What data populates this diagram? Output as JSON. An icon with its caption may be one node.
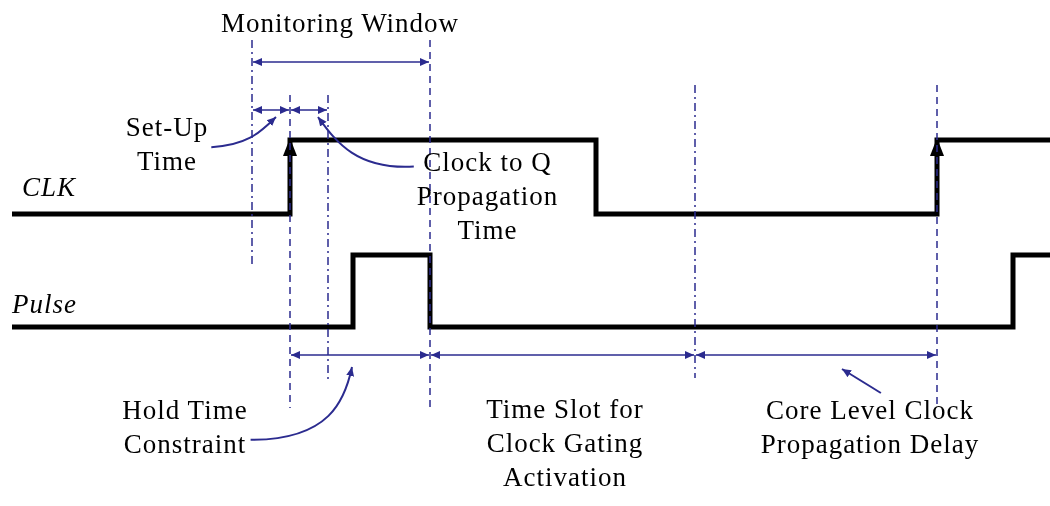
{
  "diagram": {
    "nodes": [
      {
        "text": [
          "Set-Up Time"
        ]
      },
      {
        "text": [
          "Clock to Q Propagation Time"
        ]
      },
      {
        "text": [
          "Hold Time Constraint"
        ]
      },
      {
        "text": [
          "Core Level Clock Propagation Delay"
        ]
      }
    ],
    "edges": [
      {
        "from": 0,
        "to": null,
        "arrow": "to"
      },
      {
        "from": 1,
        "to": null,
        "arrow": "to"
      },
      {
        "from": 2,
        "to": null,
        "arrow": "to"
      },
      {
        "from": 3,
        "to": null,
        "arrow": "to"
      }
    ],
    "labels": [
      "Monitoring Window",
      "CLK",
      "Pulse",
      "Time Slot for Clock Gating Activation"
    ]
  }
}
